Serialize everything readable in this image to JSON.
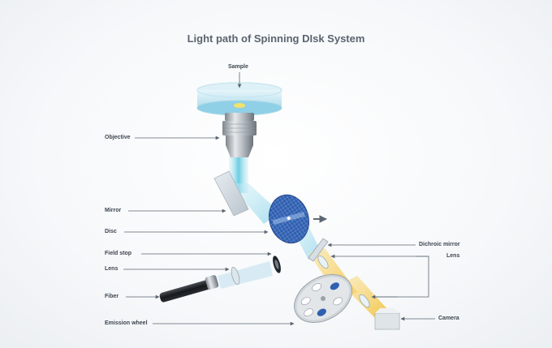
{
  "title": "Light path of Spinning DIsk System",
  "labels": {
    "sample": "Sample",
    "objective": "Objective",
    "mirror": "Mirror",
    "disc": "Disc",
    "field_stop": "Field stop",
    "lens_left": "Lens",
    "fiber": "Fiber",
    "emission_wheel": "Emission wheel",
    "dichroic_mirror": "Dichroic mirror",
    "lens_right": "Lens",
    "camera": "Camera"
  },
  "colors": {
    "excitation_beam": "#7fd3e6",
    "emission_beam": "#f0c64a",
    "disc": "#2f5fb0",
    "label_text": "#3d4650",
    "leader_line": "#5b6670"
  }
}
